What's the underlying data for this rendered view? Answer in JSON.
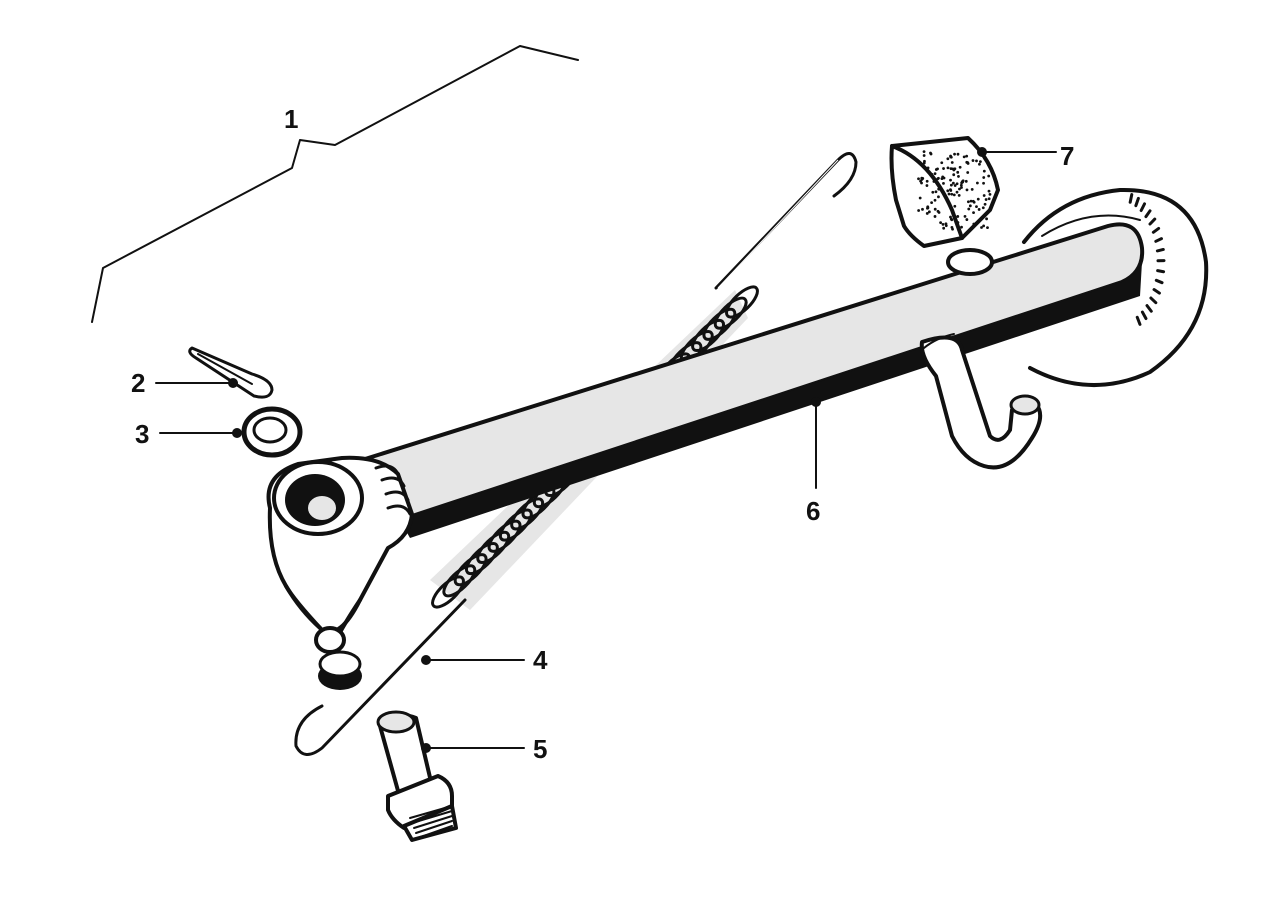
{
  "diagram": {
    "callouts": [
      {
        "id": "1",
        "label": "1"
      },
      {
        "id": "2",
        "label": "2"
      },
      {
        "id": "3",
        "label": "3"
      },
      {
        "id": "4",
        "label": "4"
      },
      {
        "id": "5",
        "label": "5"
      },
      {
        "id": "6",
        "label": "6"
      },
      {
        "id": "7",
        "label": "7"
      }
    ],
    "colors": {
      "ink": "#111111",
      "shade": "#e6e6e6",
      "paper": "#ffffff"
    }
  }
}
